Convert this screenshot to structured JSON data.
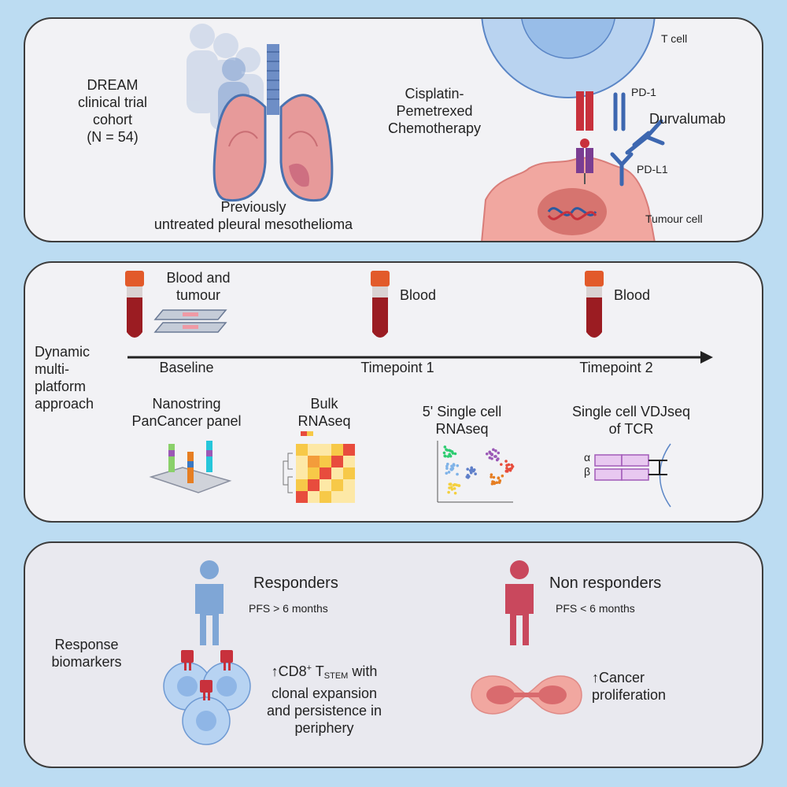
{
  "panel1": {
    "cohort_line1": "DREAM",
    "cohort_line2": "clinical trial",
    "cohort_line3": "cohort",
    "cohort_line4": "(N = 54)",
    "disease_line1": "Previously",
    "disease_line2": "untreated pleural mesothelioma",
    "chemo_line1": "Cisplatin-",
    "chemo_line2": "Pemetrexed",
    "chemo_line3": "Chemotherapy",
    "t_cell": "T cell",
    "pd1": "PD-1",
    "durvalumab": "Durvalumab",
    "pdl1": "PD-L1",
    "tumour_cell": "Tumour cell"
  },
  "panel2": {
    "approach_line1": "Dynamic",
    "approach_line2": "multi-",
    "approach_line3": "platform",
    "approach_line4": "approach",
    "sample1_line1": "Blood and",
    "sample1_line2": "tumour",
    "sample2": "Blood",
    "sample3": "Blood",
    "tp_baseline": "Baseline",
    "tp1": "Timepoint 1",
    "tp2": "Timepoint 2",
    "m1_line1": "Nanostring",
    "m1_line2": "PanCancer panel",
    "m2_line1": "Bulk",
    "m2_line2": "RNAseq",
    "m3_line1": "5' Single cell",
    "m3_line2": "RNAseq",
    "m4_line1": "Single cell VDJseq",
    "m4_line2": "of TCR",
    "alpha": "α",
    "beta": "β"
  },
  "panel3": {
    "biomarkers_line1": "Response",
    "biomarkers_line2": "biomarkers",
    "responders": "Responders",
    "responders_pfs": "PFS > 6 months",
    "nonresponders": "Non responders",
    "nonresponders_pfs": "PFS < 6 months",
    "r_arrow": "↑",
    "r_cd8": "CD8",
    "r_plus": "+",
    "r_t": " T",
    "r_stem": "STEM",
    "r_with": " with",
    "r_line2": "clonal expansion",
    "r_line3": "and persistence in",
    "r_line4": "periphery",
    "nr_line1": "↑Cancer",
    "nr_line2": "proliferation"
  },
  "colors": {
    "background": "#bcdcf2",
    "panel": "#f2f2f5",
    "border": "#3c3c3c",
    "responder_blue": "#7fa6d6",
    "nonresponder_red": "#c9485d",
    "tube_red": "#9b1c22",
    "tube_cap": "#e25a2a",
    "receptor_red": "#c8313c",
    "tumour_pink": "#f1a7a0"
  }
}
